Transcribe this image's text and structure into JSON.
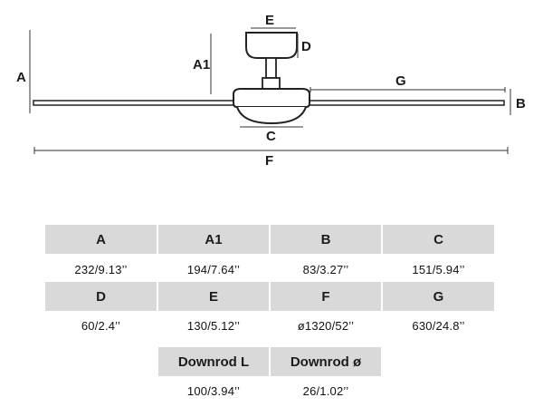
{
  "diagram": {
    "labels": {
      "A": "A",
      "A1": "A1",
      "B": "B",
      "C": "C",
      "D": "D",
      "E": "E",
      "F": "F",
      "G": "G"
    }
  },
  "table": {
    "rows": [
      {
        "headers": [
          "A",
          "A1",
          "B",
          "C"
        ],
        "values": [
          "232/9.13’’",
          "194/7.64’’",
          "83/3.27’’",
          "151/5.94’’"
        ]
      },
      {
        "headers": [
          "D",
          "E",
          "F",
          "G"
        ],
        "values": [
          "60/2.4’’",
          "130/5.12’’",
          "ø1320/52’’",
          "630/24.8’’"
        ]
      },
      {
        "headers": [
          "Downrod L",
          "Downrod ø"
        ],
        "values": [
          "100/3.94’’",
          "26/1.02’’"
        ]
      }
    ]
  }
}
